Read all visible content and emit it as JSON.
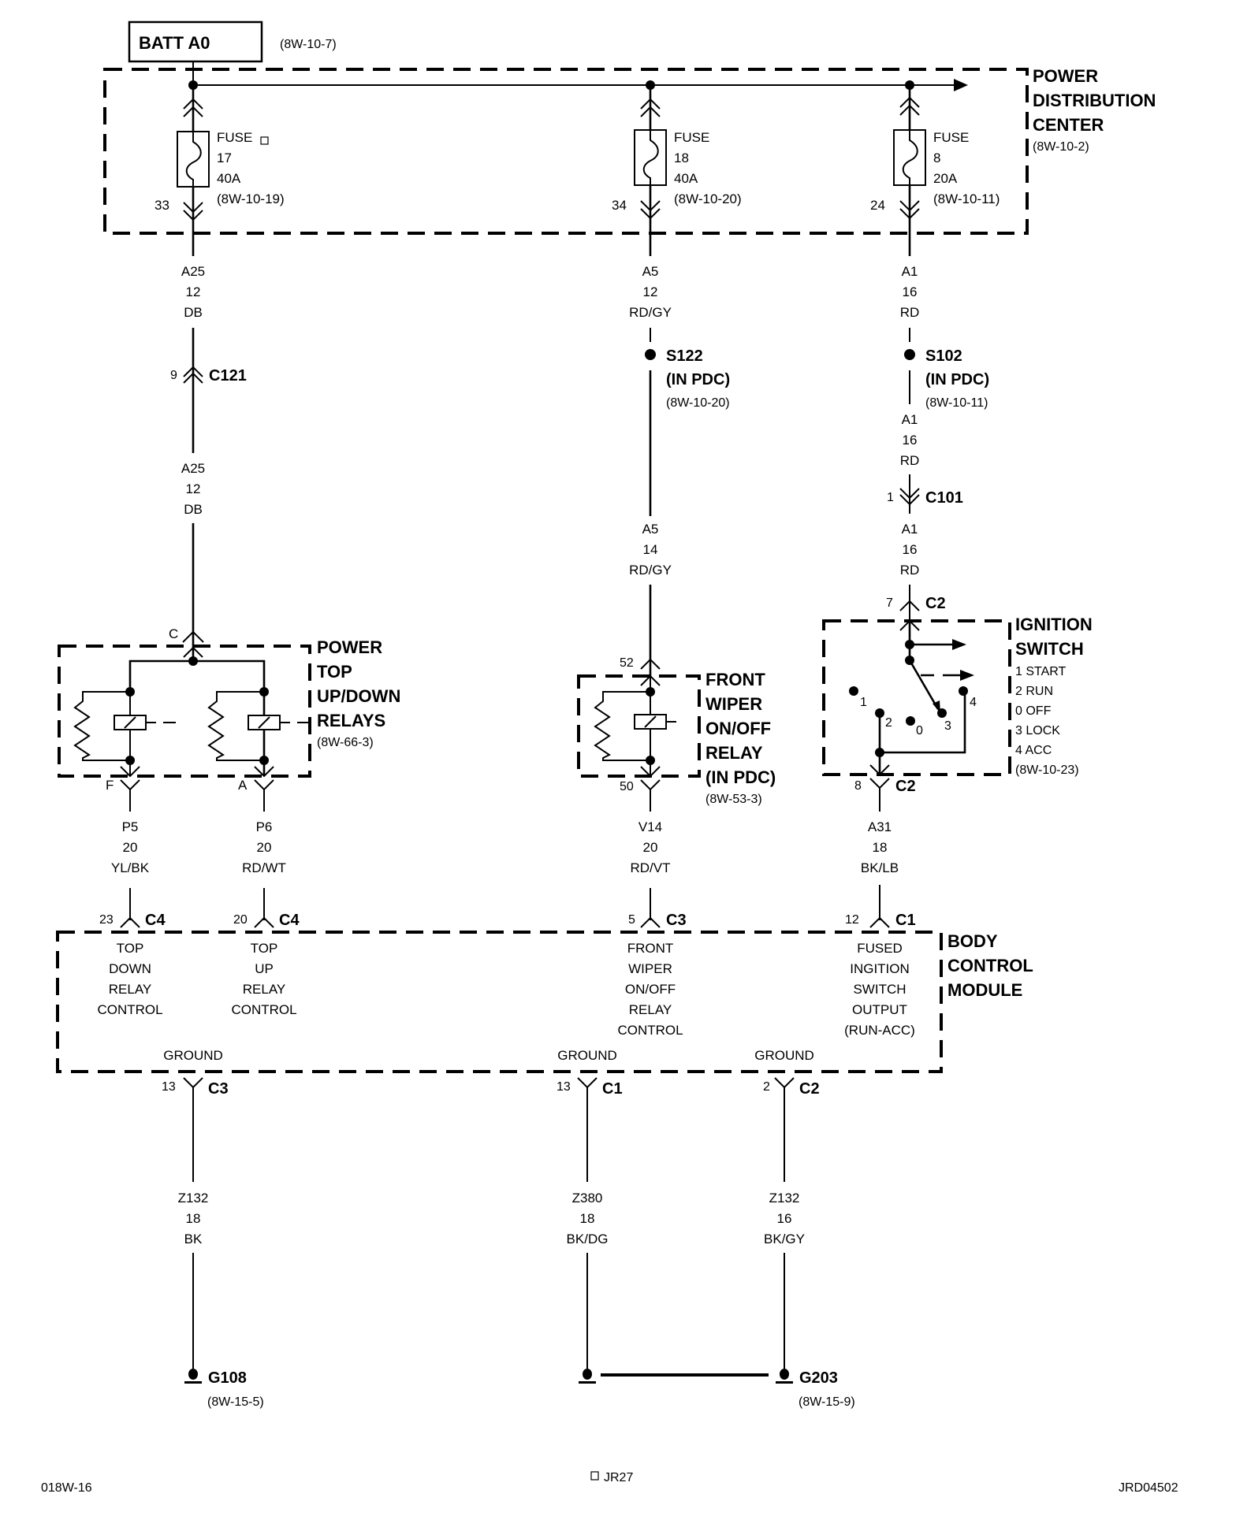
{
  "battery": {
    "label": "BATT A0",
    "ref": "(8W-10-7)"
  },
  "pdc": {
    "title": [
      "POWER",
      "DISTRIBUTION",
      "CENTER"
    ],
    "ref": "(8W-10-2)",
    "fuses": [
      {
        "label": "FUSE",
        "number": "17",
        "rating": "40A",
        "ref": "(8W-10-19)",
        "cavity": "33",
        "note_icon": "square-note-icon"
      },
      {
        "label": "FUSE",
        "number": "18",
        "rating": "40A",
        "ref": "(8W-10-20)",
        "cavity": "34"
      },
      {
        "label": "FUSE",
        "number": "8",
        "rating": "20A",
        "ref": "(8W-10-11)",
        "cavity": "24"
      }
    ]
  },
  "wires": {
    "a25_upper": [
      "A25",
      "12",
      "DB"
    ],
    "a25_lower": [
      "A25",
      "12",
      "DB"
    ],
    "a5_upper": [
      "A5",
      "12",
      "RD/GY"
    ],
    "a5_lower": [
      "A5",
      "14",
      "RD/GY"
    ],
    "a1_upper": [
      "A1",
      "16",
      "RD"
    ],
    "a1_mid": [
      "A1",
      "16",
      "RD"
    ],
    "a1_lower": [
      "A1",
      "16",
      "RD"
    ],
    "p5": [
      "P5",
      "20",
      "YL/BK"
    ],
    "p6": [
      "P6",
      "20",
      "RD/WT"
    ],
    "v14": [
      "V14",
      "20",
      "RD/VT"
    ],
    "a31": [
      "A31",
      "18",
      "BK/LB"
    ],
    "z132_left": [
      "Z132",
      "18",
      "BK"
    ],
    "z380": [
      "Z380",
      "18",
      "BK/DG"
    ],
    "z132_right": [
      "Z132",
      "16",
      "BK/GY"
    ]
  },
  "connectors": {
    "c121": {
      "pin": "9",
      "name": "C121"
    },
    "c101": {
      "pin": "1",
      "name": "C101"
    },
    "relay_c": {
      "pin": "C"
    },
    "relay_f": {
      "pin": "F"
    },
    "relay_a": {
      "pin": "A"
    },
    "wiper_in": {
      "pin": "52"
    },
    "wiper_out": {
      "pin": "50"
    },
    "ign_in": {
      "pin": "7",
      "name": "C2"
    },
    "ign_out": {
      "pin": "8",
      "name": "C2"
    },
    "bcm_23": {
      "pin": "23",
      "name": "C4"
    },
    "bcm_20": {
      "pin": "20",
      "name": "C4"
    },
    "bcm_5": {
      "pin": "5",
      "name": "C3"
    },
    "bcm_12": {
      "pin": "12",
      "name": "C1"
    },
    "bcm_gnd1": {
      "pin": "13",
      "name": "C3"
    },
    "bcm_gnd2": {
      "pin": "13",
      "name": "C1"
    },
    "bcm_gnd3": {
      "pin": "2",
      "name": "C2"
    }
  },
  "splices": {
    "s122": {
      "name": "S122",
      "loc": "(IN PDC)",
      "ref": "(8W-10-20)"
    },
    "s102": {
      "name": "S102",
      "loc": "(IN PDC)",
      "ref": "(8W-10-11)"
    }
  },
  "relays": {
    "top": {
      "title": [
        "POWER",
        "TOP",
        "UP/DOWN",
        "RELAYS"
      ],
      "ref": "(8W-66-3)"
    },
    "wiper": {
      "title": [
        "FRONT",
        "WIPER",
        "ON/OFF",
        "RELAY",
        "(IN PDC)"
      ],
      "ref": "(8W-53-3)"
    }
  },
  "ignition_switch": {
    "title": [
      "IGNITION",
      "SWITCH"
    ],
    "positions": [
      "1 START",
      "2 RUN",
      "0 OFF",
      "3 LOCK",
      "4 ACC"
    ],
    "contact_labels": [
      "1",
      "2",
      "0",
      "3",
      "4"
    ],
    "ref": "(8W-10-23)"
  },
  "bcm": {
    "title": [
      "BODY",
      "CONTROL",
      "MODULE"
    ],
    "functions": [
      [
        "TOP",
        "DOWN",
        "RELAY",
        "CONTROL"
      ],
      [
        "TOP",
        "UP",
        "RELAY",
        "CONTROL"
      ],
      [
        "FRONT",
        "WIPER",
        "ON/OFF",
        "RELAY",
        "CONTROL"
      ],
      [
        "FUSED",
        "INGITION",
        "SWITCH",
        "OUTPUT",
        "(RUN-ACC)"
      ]
    ],
    "grounds": [
      "GROUND",
      "GROUND",
      "GROUND"
    ]
  },
  "grounds": {
    "g108": {
      "name": "G108",
      "ref": "(8W-15-5)"
    },
    "g203": {
      "name": "G203",
      "ref": "(8W-15-9)"
    }
  },
  "footer": {
    "left": "018W-16",
    "center": "JR27",
    "right": "JRD04502"
  }
}
